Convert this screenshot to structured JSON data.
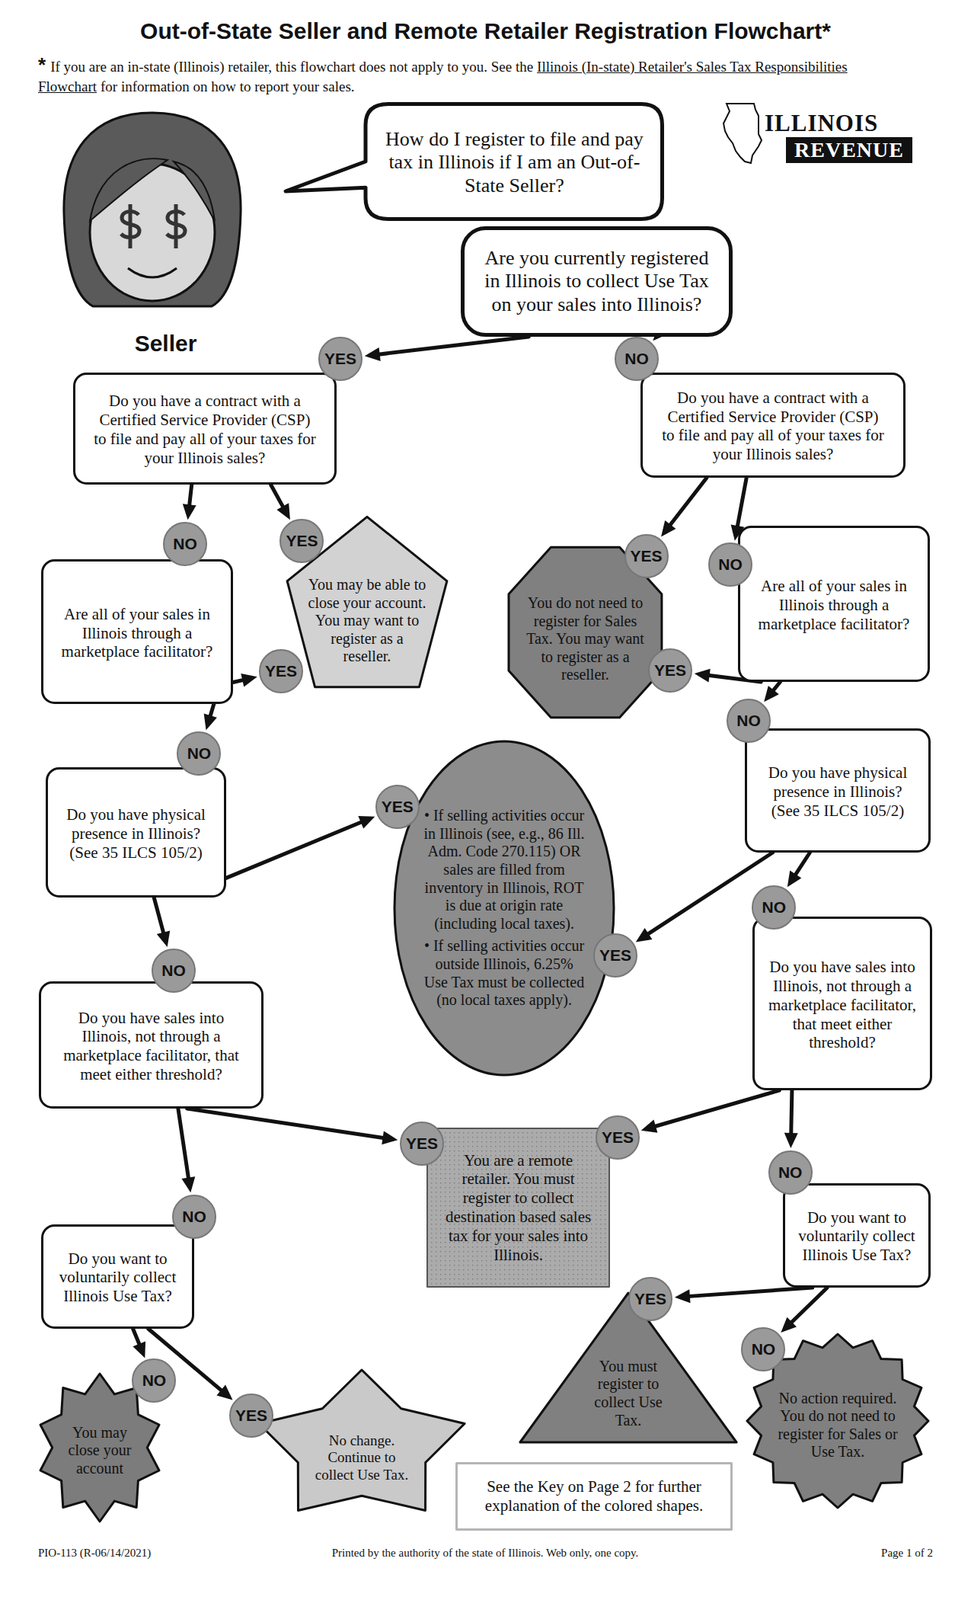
{
  "diagram": {
    "title": "Out-of-State Seller and Remote Retailer Registration Flowchart*",
    "nodes": [
      {
        "text": [
          "How do I register to file and pay tax in Illinois if I am an Out-of-State Seller?"
        ]
      },
      {
        "text": [
          "Are you currently registered in Illinois to collect Use Tax on your sales into Illinois?"
        ]
      },
      {
        "text": [
          "Do you have a contract with a Certified Service Provider (CSP) to file and pay all of your taxes for your Illinois sales?"
        ]
      },
      {
        "text": [
          "Do you have a contract with a Certified Service Provider (CSP) to file and pay all of your taxes for your Illinois sales?"
        ]
      },
      {
        "text": [
          "You may be able to close your account. You may want to register as a reseller."
        ]
      },
      {
        "text": [
          "Are all of your sales in Illinois through a marketplace facilitator?"
        ]
      },
      {
        "text": [
          "You do not need to register for Sales Tax. You may want to register as a reseller."
        ]
      },
      {
        "text": [
          "Are all of your sales in Illinois through a marketplace facilitator?"
        ]
      },
      {
        "text": [
          "Do you have physical presence in Illinois? (See 35 ILCS 105/2)"
        ]
      },
      {
        "text": [
          "• If selling activities occur in Illinois (see, e.g., 86 Ill. Adm. Code 270.115) OR sales are filled from inventory in Illinois, ROT is due at origin rate (including local taxes).",
          "• If selling activities occur outside Illinois, 6.25% Use Tax must be collected (no local taxes apply)."
        ]
      },
      {
        "text": [
          "Do you have physical presence in Illinois? (See 35 ILCS 105/2)"
        ]
      },
      {
        "text": [
          "Do you have sales into Illinois, not through a marketplace facilitator, that meet either threshold?"
        ]
      },
      {
        "text": [
          "Do you have sales into Illinois, not through a marketplace facilitator, that meet either threshold?"
        ]
      },
      {
        "text": [
          "You are a remote retailer. You must register to collect destination based sales tax for your sales into Illinois."
        ]
      },
      {
        "text": [
          "Do you want to voluntarily collect Illinois Use Tax?"
        ]
      },
      {
        "text": [
          "Do you want to voluntarily collect Illinois Use Tax?"
        ]
      },
      {
        "text": [
          "You may close your account"
        ]
      },
      {
        "text": [
          "No change. Continue to collect Use Tax."
        ]
      },
      {
        "text": [
          "You must register to collect Use Tax."
        ]
      },
      {
        "text": [
          "No action required. You do not need to register for Sales or Use Tax."
        ]
      },
      {
        "text": [
          "See the Key on Page 2 for further explanation of the colored shapes."
        ]
      }
    ],
    "edges": [
      {
        "from": 1,
        "to": 2,
        "label": "YES",
        "arrow": "to"
      },
      {
        "from": 1,
        "to": 3,
        "label": "NO",
        "arrow": "to"
      },
      {
        "from": 2,
        "to": 5,
        "label": "NO",
        "arrow": "to"
      },
      {
        "from": 2,
        "to": 4,
        "label": "YES",
        "arrow": "to"
      },
      {
        "from": 3,
        "to": 6,
        "label": "YES",
        "arrow": "to"
      },
      {
        "from": 3,
        "to": 7,
        "label": "NO",
        "arrow": "to"
      },
      {
        "from": 5,
        "to": 4,
        "label": "YES",
        "arrow": "to"
      },
      {
        "from": 5,
        "to": 8,
        "label": "NO",
        "arrow": "to"
      },
      {
        "from": 7,
        "to": 6,
        "label": "YES",
        "arrow": "to"
      },
      {
        "from": 7,
        "to": 10,
        "label": "NO",
        "arrow": "to"
      },
      {
        "from": 8,
        "to": 9,
        "label": "YES",
        "arrow": "to"
      },
      {
        "from": 8,
        "to": 11,
        "label": "NO",
        "arrow": "to"
      },
      {
        "from": 10,
        "to": 9,
        "label": "YES",
        "arrow": "to"
      },
      {
        "from": 10,
        "to": 12,
        "label": "NO",
        "arrow": "to"
      },
      {
        "from": 11,
        "to": 13,
        "label": "YES",
        "arrow": "to"
      },
      {
        "from": 11,
        "to": 14,
        "label": "NO",
        "arrow": "to"
      },
      {
        "from": 12,
        "to": 13,
        "label": "YES",
        "arrow": "to"
      },
      {
        "from": 12,
        "to": 15,
        "label": "NO",
        "arrow": "to"
      },
      {
        "from": 14,
        "to": 16,
        "label": "NO",
        "arrow": "to"
      },
      {
        "from": 14,
        "to": 17,
        "label": "YES",
        "arrow": "to"
      },
      {
        "from": 15,
        "to": 18,
        "label": "YES",
        "arrow": "to"
      },
      {
        "from": 15,
        "to": 19,
        "label": "NO",
        "arrow": "to"
      }
    ],
    "labels": [
      "*",
      "If you are an in-state (Illinois) retailer, this flowchart does not apply to you. See the",
      "Illinois (In-state) Retailer's Sales Tax Responsibilities Flowchart",
      "for information on how to report your sales.",
      "ILLINOIS",
      "REVENUE",
      "Seller",
      "PIO-113 (R-06/14/2021)",
      "Printed by the authority of the state of Illinois. Web only, one copy.",
      "Page 1 of 2"
    ]
  }
}
